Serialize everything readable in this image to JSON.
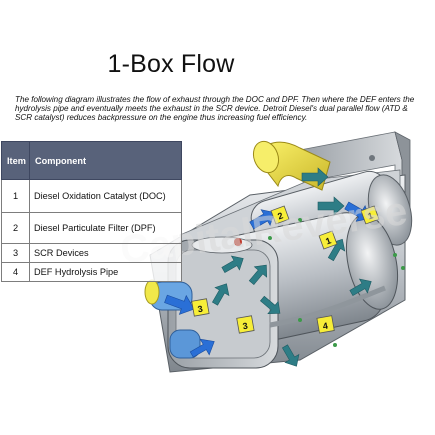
{
  "title": "1-Box Flow",
  "intro": "The following diagram illustrates the flow of exhaust through the DOC and DPF. Then where the DEF enters the hydrolysis pipe and eventually meets the exhaust in the SCR device. Detroit Diesel's dual parallel flow (ATD & SCR catalyst) reduces backpressure on the engine thus increasing fuel efficiency.",
  "table": {
    "headers": [
      "Item",
      "Component"
    ],
    "rows": [
      {
        "item": "1",
        "component": "Diesel Oxidation Catalyst (DOC)"
      },
      {
        "item": "2",
        "component": "Diesel Particulate Filter (DPF)"
      },
      {
        "item": "3",
        "component": "SCR Devices"
      },
      {
        "item": "4",
        "component": "DEF Hydrolysis Pipe"
      }
    ]
  },
  "diagram": {
    "callouts": [
      "1",
      "2",
      "3",
      "4"
    ],
    "watermark": "CapitalReverse",
    "icons": [
      "exhaust-inlet-pipe-icon",
      "exhaust-flow-arrow-icon",
      "def-flow-arrow-icon",
      "callout-marker-icon"
    ]
  },
  "colors": {
    "header_bg": "#58627a",
    "callout_fill": "#f7ee38",
    "flow_arrow": "#2e7d86",
    "inlet_arrow": "#2a6fd6",
    "inlet_pipe": "#e9e14a"
  }
}
